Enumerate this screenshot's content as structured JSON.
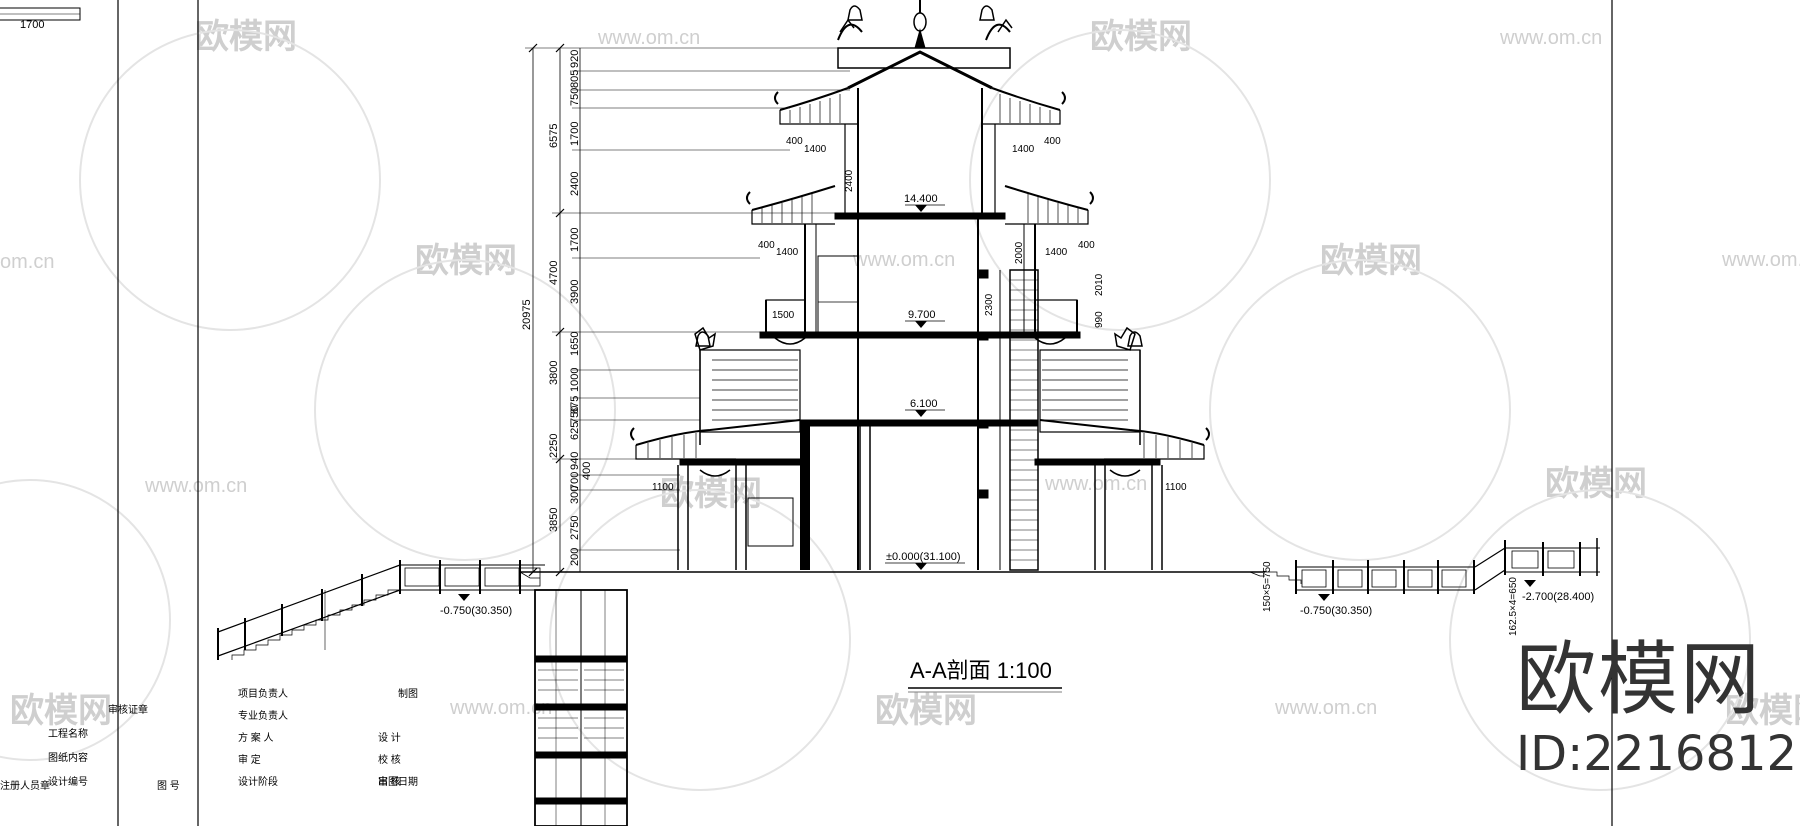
{
  "title": "A-A剖面 1:100",
  "brand": {
    "name": "欧模网",
    "id": "ID:2216812"
  },
  "watermark": {
    "logo": "欧模网",
    "url": "www.om.cn",
    "domain": "om.cn"
  },
  "corner_dim": "1700",
  "levels": {
    "l14": "14.400",
    "l9": "9.700",
    "l6": "6.100",
    "l0": "±0.000(31.100)",
    "lm075a": "-0.750(30.350)",
    "lm075b": "-0.750(30.350)",
    "lm27": "-2.700(28.400)"
  },
  "left_dims": {
    "total": "20975",
    "g6575": "6575",
    "g4700": "4700",
    "g3800": "3800",
    "g2250": "2250",
    "g3850": "3850",
    "c920": "920",
    "c805": "805",
    "c750": "750",
    "c1700a": "1700",
    "c2400": "2400",
    "c1700b": "1700",
    "c3900": "3900",
    "c1650": "1650",
    "c1000": "1000",
    "c875": "875",
    "c625": "625",
    "c750b": "750",
    "c940": "940",
    "c700": "700",
    "c300": "300",
    "c2750": "2750",
    "c200": "200",
    "c400": "400"
  },
  "inner_dims": {
    "d1400a": "1400",
    "d1400b": "1400",
    "d1400c": "1400",
    "d1400d": "1400",
    "d400a": "400",
    "d400b": "400",
    "d400c": "400",
    "d400d": "400",
    "d2400": "2400",
    "d1500": "1500",
    "d2000": "2000",
    "d2300": "2300",
    "d2010": "2010",
    "d990": "990",
    "d1100a": "1100",
    "d1100b": "1100",
    "d150": "150×5=750",
    "d162": "162.5×4=650"
  },
  "title_block": {
    "r1": "项目负责人",
    "r2": "专业负责人",
    "r3": "方 案 人",
    "r4": "审    定",
    "r5": "设计阶段",
    "r6": "工程名称",
    "r7": "图纸内容",
    "r8": "设计编号",
    "r9": "注册人员章",
    "r10": "审核证章",
    "r11": "图 号",
    "s1": "制图",
    "s2": "设    计",
    "s3": "校    核",
    "s4": "审    核",
    "s5": "出图日期"
  }
}
